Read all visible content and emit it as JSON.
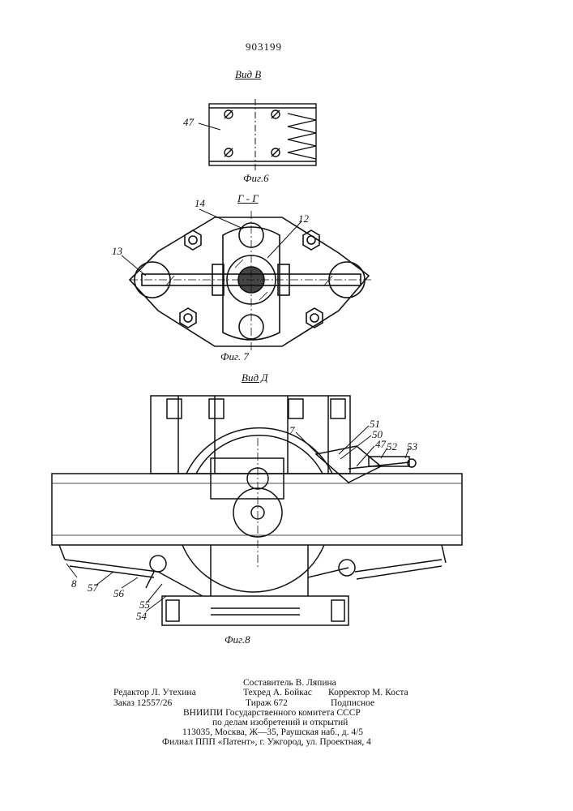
{
  "patent_number": "903199",
  "figures": {
    "fig6": {
      "view_title": "Вид В",
      "caption": "Фиг.6",
      "labels": [
        "47"
      ]
    },
    "fig7": {
      "section_title": "Г - Г",
      "caption": "Фиг. 7",
      "labels": [
        "14",
        "12",
        "13"
      ]
    },
    "fig8": {
      "view_title": "Вид Д",
      "caption": "Фиг.8",
      "labels": [
        "7",
        "51",
        "50",
        "47",
        "52",
        "53",
        "8",
        "57",
        "56",
        "55",
        "54"
      ]
    }
  },
  "imprint": {
    "editor": "Редактор Л. Утехина",
    "order": "Заказ 12557/26",
    "compiler": "Составитель В. Ляпина",
    "techred": "Техред А. Бойкас",
    "corrector": "Корректор М. Коста",
    "run": "Тираж 672",
    "subscription": "Подписное",
    "org_line1": "ВНИИПИ  Государственного  комитета  СССР",
    "org_line2": "по  делам  изобретений  и  открытий",
    "org_line3": "113035,  Москва,  Ж—35,  Раушская  наб.,  д.  4/5",
    "branch": "Филиал  ППП  «Патент»,  г.  Ужгород,  ул.  Проектная,  4"
  }
}
